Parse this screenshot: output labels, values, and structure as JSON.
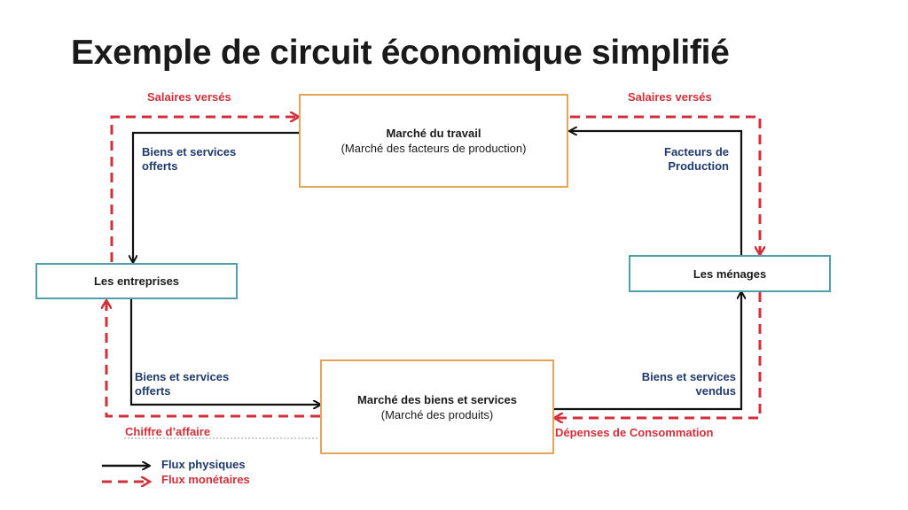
{
  "slide": {
    "title": "Exemple de circuit économique simplifié"
  },
  "diagram": {
    "market_labor": {
      "title": "Marché du travail",
      "subtitle": "(Marché des facteurs de production)"
    },
    "market_goods": {
      "title": "Marché des biens et services",
      "subtitle": "(Marché des produits)"
    },
    "firms": {
      "label": "Les entreprises"
    },
    "households": {
      "label": "Les ménages"
    },
    "flows": {
      "salaries_left": "Salaires versés",
      "salaries_right": "Salaires versés",
      "goods_offered_top": "Biens et services offerts",
      "factors_production": "Facteurs de Production",
      "goods_offered_bottom": "Biens et services offerts",
      "goods_sold": "Biens et services vendus",
      "turnover": "Chiffre d’affaire",
      "consumption": "Dépenses de Consommation"
    },
    "legend": {
      "physical": "Flux physiques",
      "monetary": "Flux monétaires"
    },
    "colors": {
      "physical": "#111111",
      "monetary": "#d1303a",
      "label_blue": "#1f3a6b",
      "box_orange": "#e3a45a",
      "box_teal": "#4fa0ab"
    }
  }
}
